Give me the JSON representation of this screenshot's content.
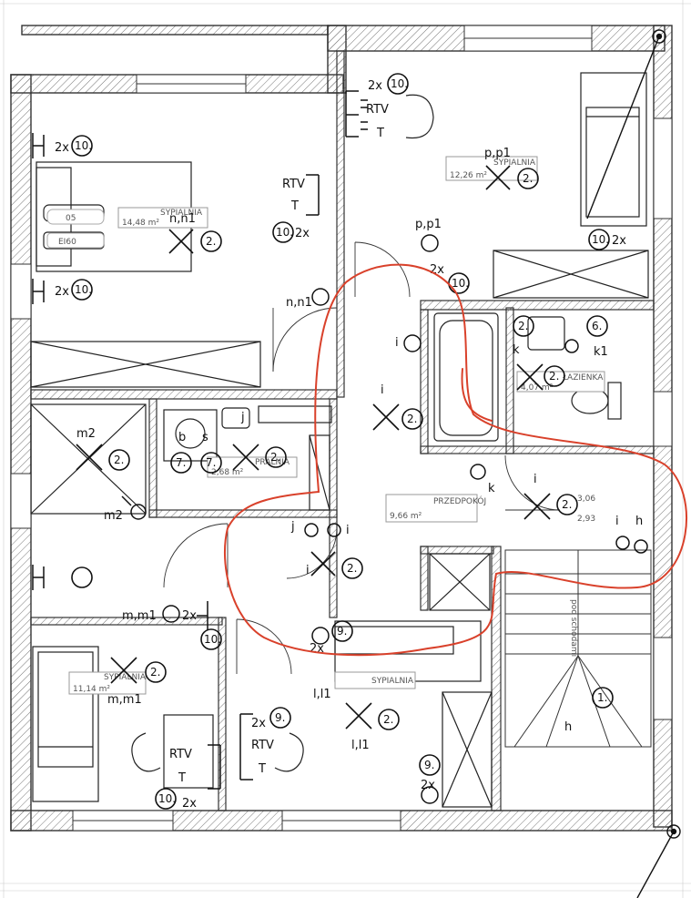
{
  "rooms": {
    "bedroom1": {
      "name": "SYPIALNIA",
      "area": "14,48 m²"
    },
    "bedroom2": {
      "name": "SYPIALNIA",
      "area": "12,26 m²"
    },
    "bedroom3": {
      "name": "SYPIALNIA",
      "area": "11,14 m²"
    },
    "bedroom4": {
      "name": "SYPIALNIA"
    },
    "hall": {
      "name": "PRZEDPOKÓJ",
      "area": "9,66 m²"
    },
    "bath": {
      "name": "ŁAZIENKA",
      "area": "4,07 m²"
    },
    "wc": {
      "name": "PRALNIA",
      "area": "2,68 m²"
    }
  },
  "symbols": {
    "s_2x10_a": "2x",
    "c_10_a": "10.",
    "s_2x10_b": "2x",
    "c_10_b": "10.",
    "s_2x10_c": "2x",
    "c_10_c": "10.",
    "rtv_a": "RTV",
    "t_a": "T",
    "rtv_b": "RTV",
    "t_b": "T",
    "c_10_d": "10.",
    "s_2x_d": "2x",
    "nn1_a": "n,n1",
    "c_2_a": "2.",
    "nn1_b": "n,n1",
    "pp1_a": "p,p1",
    "c_2_b": "2.",
    "pp1_b": "p,p1",
    "c_10_e": "10.",
    "s_2x_e": "2x",
    "c_10_f": "10.",
    "s_2x_f": "2x",
    "i_a": "i",
    "i_b": "i",
    "c_2_c": "2.",
    "c_2_d": "2.",
    "c_6": "6.",
    "k_a": "k",
    "k1": "k1",
    "c_2_e": "2.",
    "m2_a": "m2",
    "c_2_f": "2.",
    "m2_b": "m2",
    "j_a": "j",
    "c_7_a": "7.",
    "c_7_b": "7.",
    "c_2_g": "2.",
    "b_lbl": "b",
    "s_lbl": "s",
    "j_b": "j",
    "i_c": "i",
    "i_d": "i",
    "c_2_h": "2.",
    "k_b": "k",
    "i_e": "i",
    "c_2_i": "2.",
    "i_f": "i",
    "h_a": "h",
    "level_a": "3,06",
    "level_b": "2,93",
    "mm1_a": "m,m1",
    "s_2x_g": "2x",
    "c_10_g": "10.",
    "mm1_b": "m,m1",
    "c_2_j": "2.",
    "c_9_a": "9.",
    "s_2x_h": "2x",
    "ll1_a": "l,l1",
    "ll1_b": "l,l1",
    "c_2_k": "2.",
    "s_2x_i": "2x",
    "c_9_b": "9.",
    "rtv_c": "RTV",
    "t_c": "T",
    "c_10_h": "10.",
    "s_2x_j": "2x",
    "t_d": "T",
    "rtv_d": "RTV",
    "c_9_c": "9.",
    "s_2x_k": "2x",
    "h_b": "h",
    "c_1": "1.",
    "door_lbl": "EI60",
    "door_lbl2": "05",
    "stair_note": "pod schodami"
  }
}
